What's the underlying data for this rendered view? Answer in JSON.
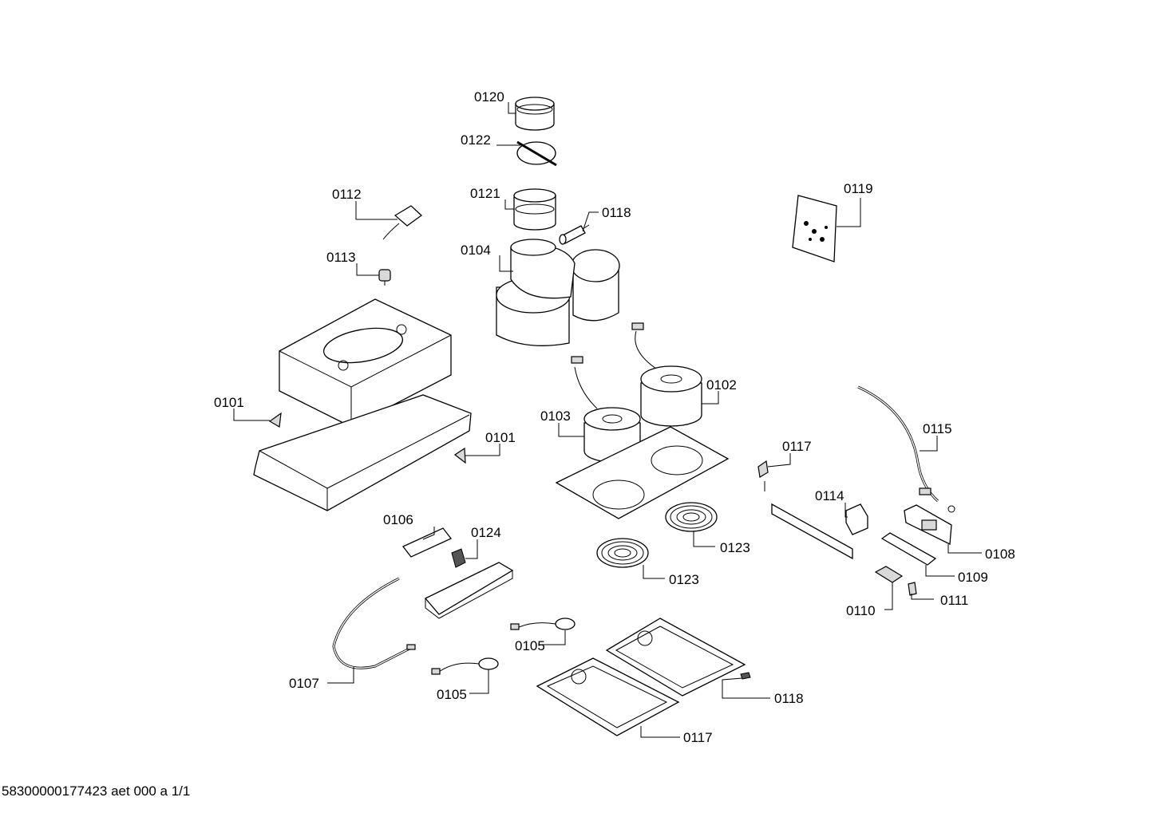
{
  "labels": {
    "p0120": "0120",
    "p0122": "0122",
    "p0121": "0121",
    "p0118a": "0118",
    "p0104": "0104",
    "p0112": "0112",
    "p0113": "0113",
    "p0119": "0119",
    "p0101a": "0101",
    "p0101b": "0101",
    "p0102": "0102",
    "p0103": "0103",
    "p0117a": "0117",
    "p0115": "0115",
    "p0114": "0114",
    "p0106": "0106",
    "p0124": "0124",
    "p0123a": "0123",
    "p0123b": "0123",
    "p0108": "0108",
    "p0109": "0109",
    "p0110": "0110",
    "p0111": "0111",
    "p0105a": "0105",
    "p0105b": "0105",
    "p0107": "0107",
    "p0118b": "0118",
    "p0117b": "0117"
  },
  "footer": "58300000177423 aet 000 a 1/1"
}
